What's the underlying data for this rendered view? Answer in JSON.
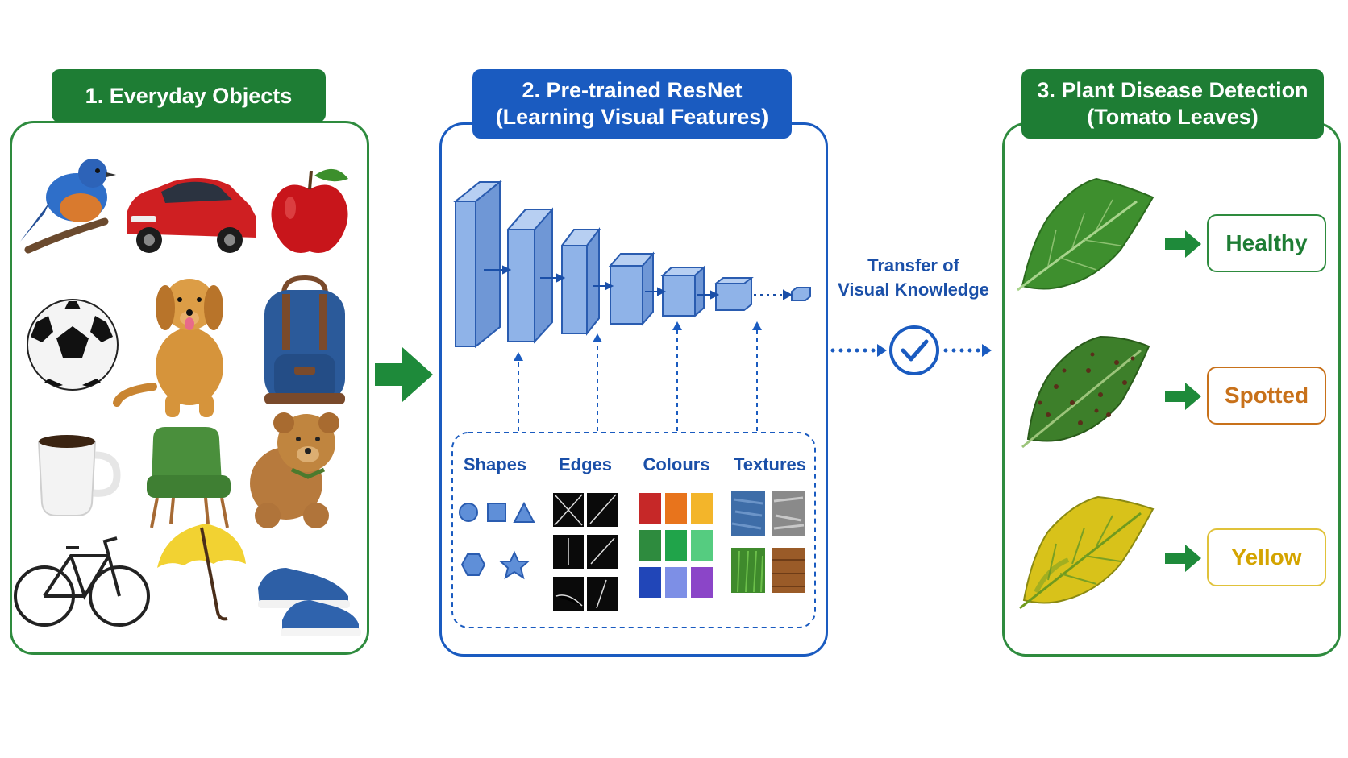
{
  "panels": {
    "objects": {
      "title": "1.  Everyday Objects",
      "items": [
        "bird",
        "car",
        "apple",
        "soccer-ball",
        "dog",
        "backpack",
        "mug",
        "chair",
        "teddy-bear",
        "bicycle",
        "umbrella",
        "sneakers"
      ]
    },
    "resnet": {
      "title_line1": "2.  Pre-trained ResNet",
      "title_line2": "(Learning Visual Features)",
      "features": [
        "Shapes",
        "Edges",
        "Colours",
        "Textures"
      ]
    },
    "plant": {
      "title_line1": "3.  Plant Disease Detection",
      "title_line2": "(Tomato Leaves)",
      "results": [
        {
          "label": "Healthy",
          "color": "#1e7d34"
        },
        {
          "label": "Spotted",
          "color": "#c8711a"
        },
        {
          "label": "Yellow",
          "color": "#d4a400"
        }
      ]
    }
  },
  "transfer": {
    "line1": "Transfer of",
    "line2": "Visual Knowledge"
  },
  "colors": {
    "green": "#1e7d34",
    "blue": "#1a5bc0",
    "arrow_green": "#1e8a3a"
  }
}
